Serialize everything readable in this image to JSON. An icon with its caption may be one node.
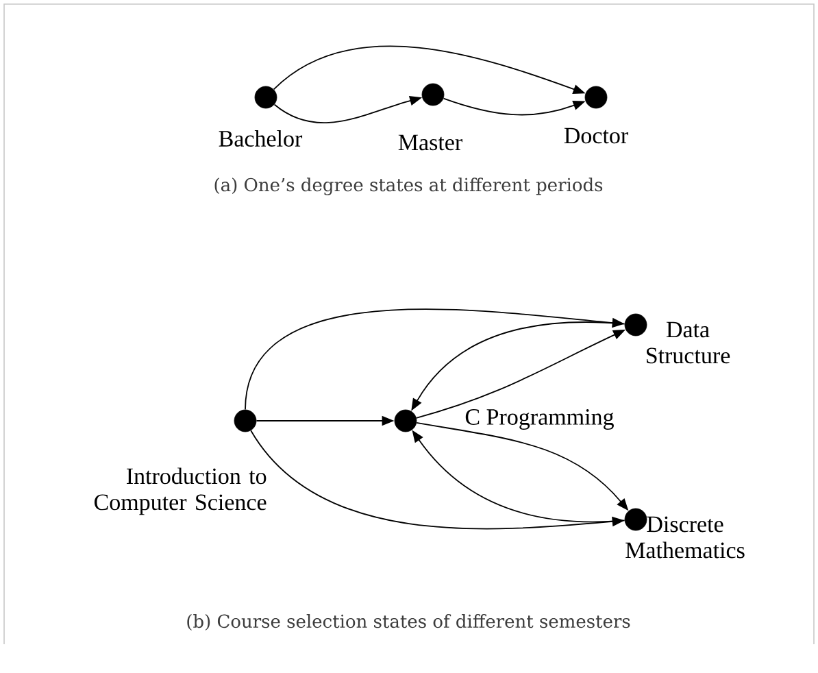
{
  "diagram": {
    "nodes": [
      {
        "text": [],
        "shape": "circle",
        "beside": [
          "Bachelor"
        ]
      },
      {
        "text": [],
        "shape": "circle",
        "beside": [
          "Master"
        ]
      },
      {
        "text": [],
        "shape": "circle",
        "beside": [
          "Doctor"
        ]
      },
      {
        "text": [],
        "shape": "circle",
        "beside": [
          "Introduction to Computer Science"
        ]
      },
      {
        "text": [],
        "shape": "circle",
        "beside": [
          "C Programming"
        ]
      },
      {
        "text": [],
        "shape": "circle",
        "beside": [
          "Data Structure"
        ]
      },
      {
        "text": [],
        "shape": "circle",
        "beside": [
          "Discrete Mathematics"
        ]
      }
    ],
    "edges": [
      {
        "from": 0,
        "to": 2,
        "arrow": "to"
      },
      {
        "from": 0,
        "to": 1,
        "arrow": "to"
      },
      {
        "from": 1,
        "to": 2,
        "arrow": "to"
      },
      {
        "from": 3,
        "to": 5,
        "arrow": "to"
      },
      {
        "from": 5,
        "to": 4,
        "arrow": "to"
      },
      {
        "from": 4,
        "to": 5,
        "arrow": "to"
      },
      {
        "from": 3,
        "to": 4,
        "arrow": "to"
      },
      {
        "from": 4,
        "to": 6,
        "arrow": "to"
      },
      {
        "from": 6,
        "to": 4,
        "arrow": "to"
      },
      {
        "from": 3,
        "to": 6,
        "arrow": "to"
      }
    ],
    "labels": [
      "(a) One’s degree states at different periods",
      "(b) Course selection states of different semesters"
    ]
  }
}
